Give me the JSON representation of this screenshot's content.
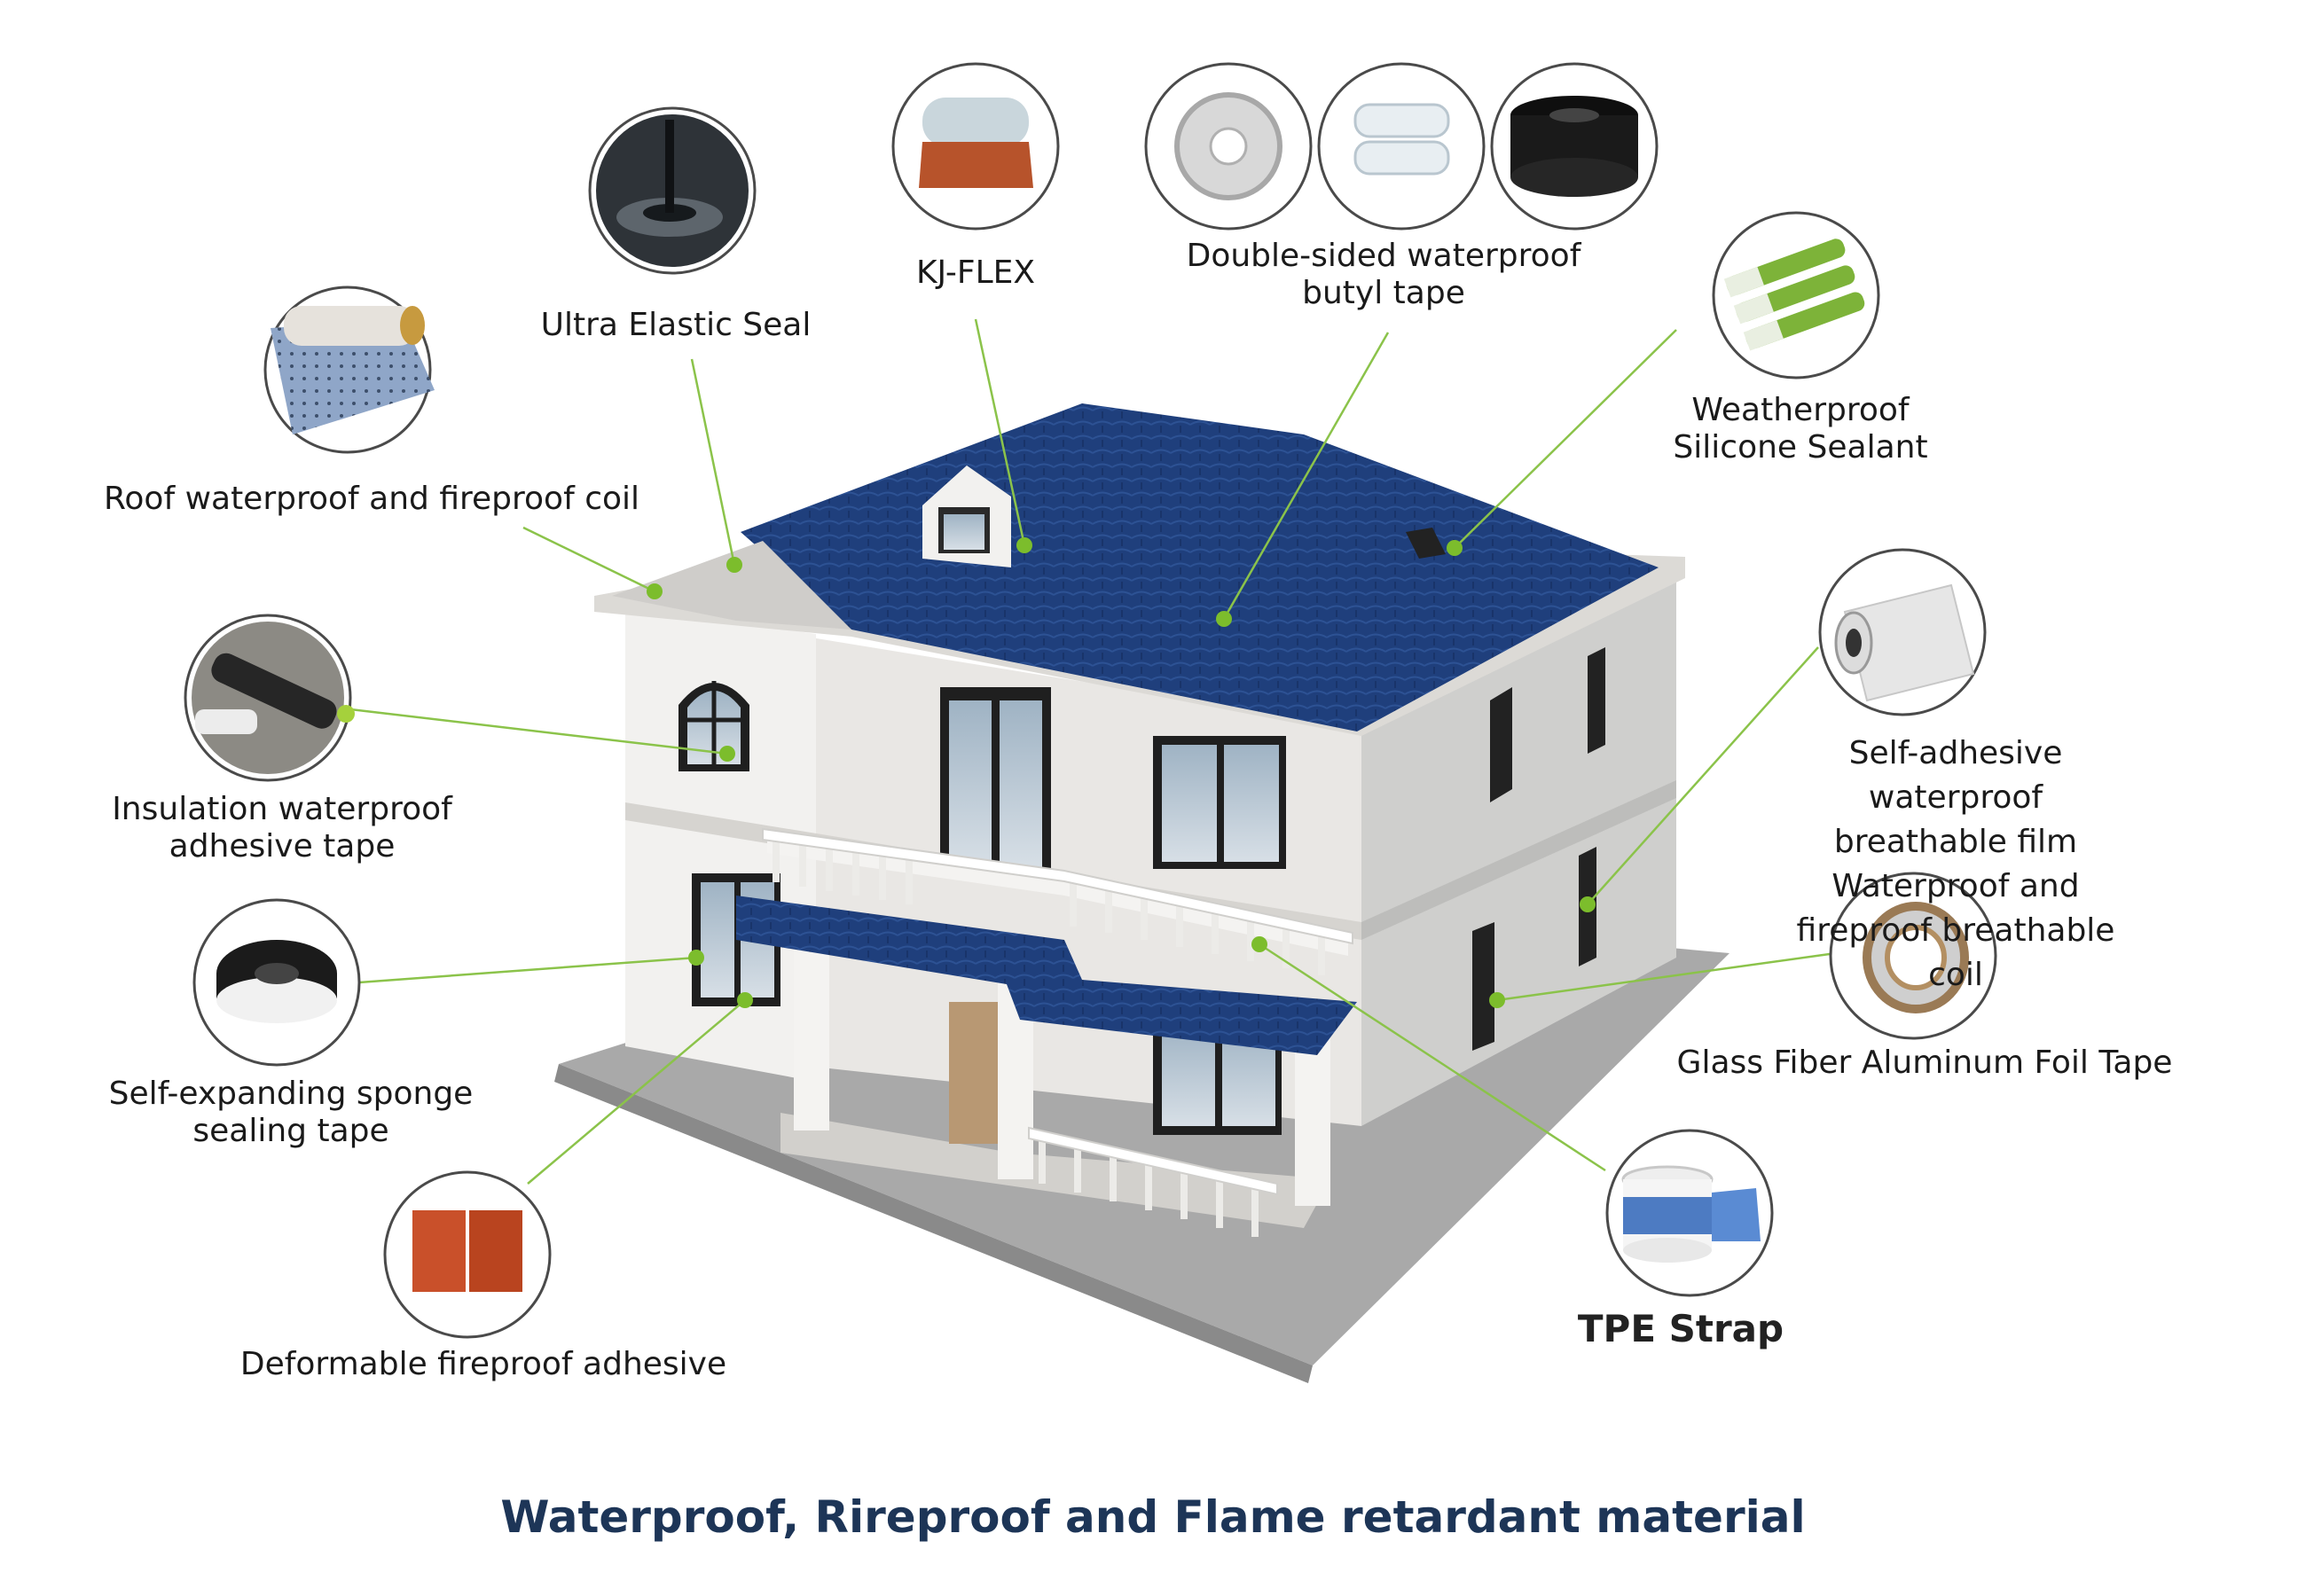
{
  "title": "Waterproof, Rireproof and Flame retardant material",
  "colors": {
    "roof": "#1f3f7c",
    "callout_line": "#8bc34a",
    "title": "#1d3557",
    "wall": "#e9e7e4",
    "ground": "#a9a9a9"
  },
  "products": [
    {
      "key": "ultra_elastic_seal",
      "label": "Ultra Elastic Seal",
      "icon": "sealant-pour-icon"
    },
    {
      "key": "kj_flex",
      "label": "KJ-FLEX",
      "icon": "membrane-roll-icon"
    },
    {
      "key": "butyl_tape",
      "label": "Double-sided waterproof\nbutyl tape",
      "icon": "butyl-tape-roll-icon"
    },
    {
      "key": "silicone_sealant",
      "label": "Weatherproof\nSilicone Sealant",
      "icon": "sealant-tube-icon"
    },
    {
      "key": "roof_coil",
      "label": "Roof waterproof and fireproof coil",
      "icon": "perforated-coil-icon"
    },
    {
      "key": "breathable",
      "label": "Self-adhesive waterproof breathable film\nWaterproof and fireproof breathable coil",
      "icon": "breathable-film-roll-icon"
    },
    {
      "key": "insulation_tape",
      "label": "Insulation waterproof\nadhesive tape",
      "icon": "pipe-wrap-icon"
    },
    {
      "key": "foil_tape",
      "label": "Glass Fiber Aluminum Foil Tape",
      "icon": "foil-tape-roll-icon"
    },
    {
      "key": "sponge_tape",
      "label": "Self-expanding sponge\nsealing tape",
      "icon": "sponge-tape-roll-icon"
    },
    {
      "key": "tpe_strap",
      "label": "TPE Strap",
      "icon": "tpe-strap-roll-icon"
    },
    {
      "key": "fireproof_adhesive",
      "label": "Deformable fireproof adhesive",
      "icon": "fireproof-pad-icon"
    }
  ]
}
